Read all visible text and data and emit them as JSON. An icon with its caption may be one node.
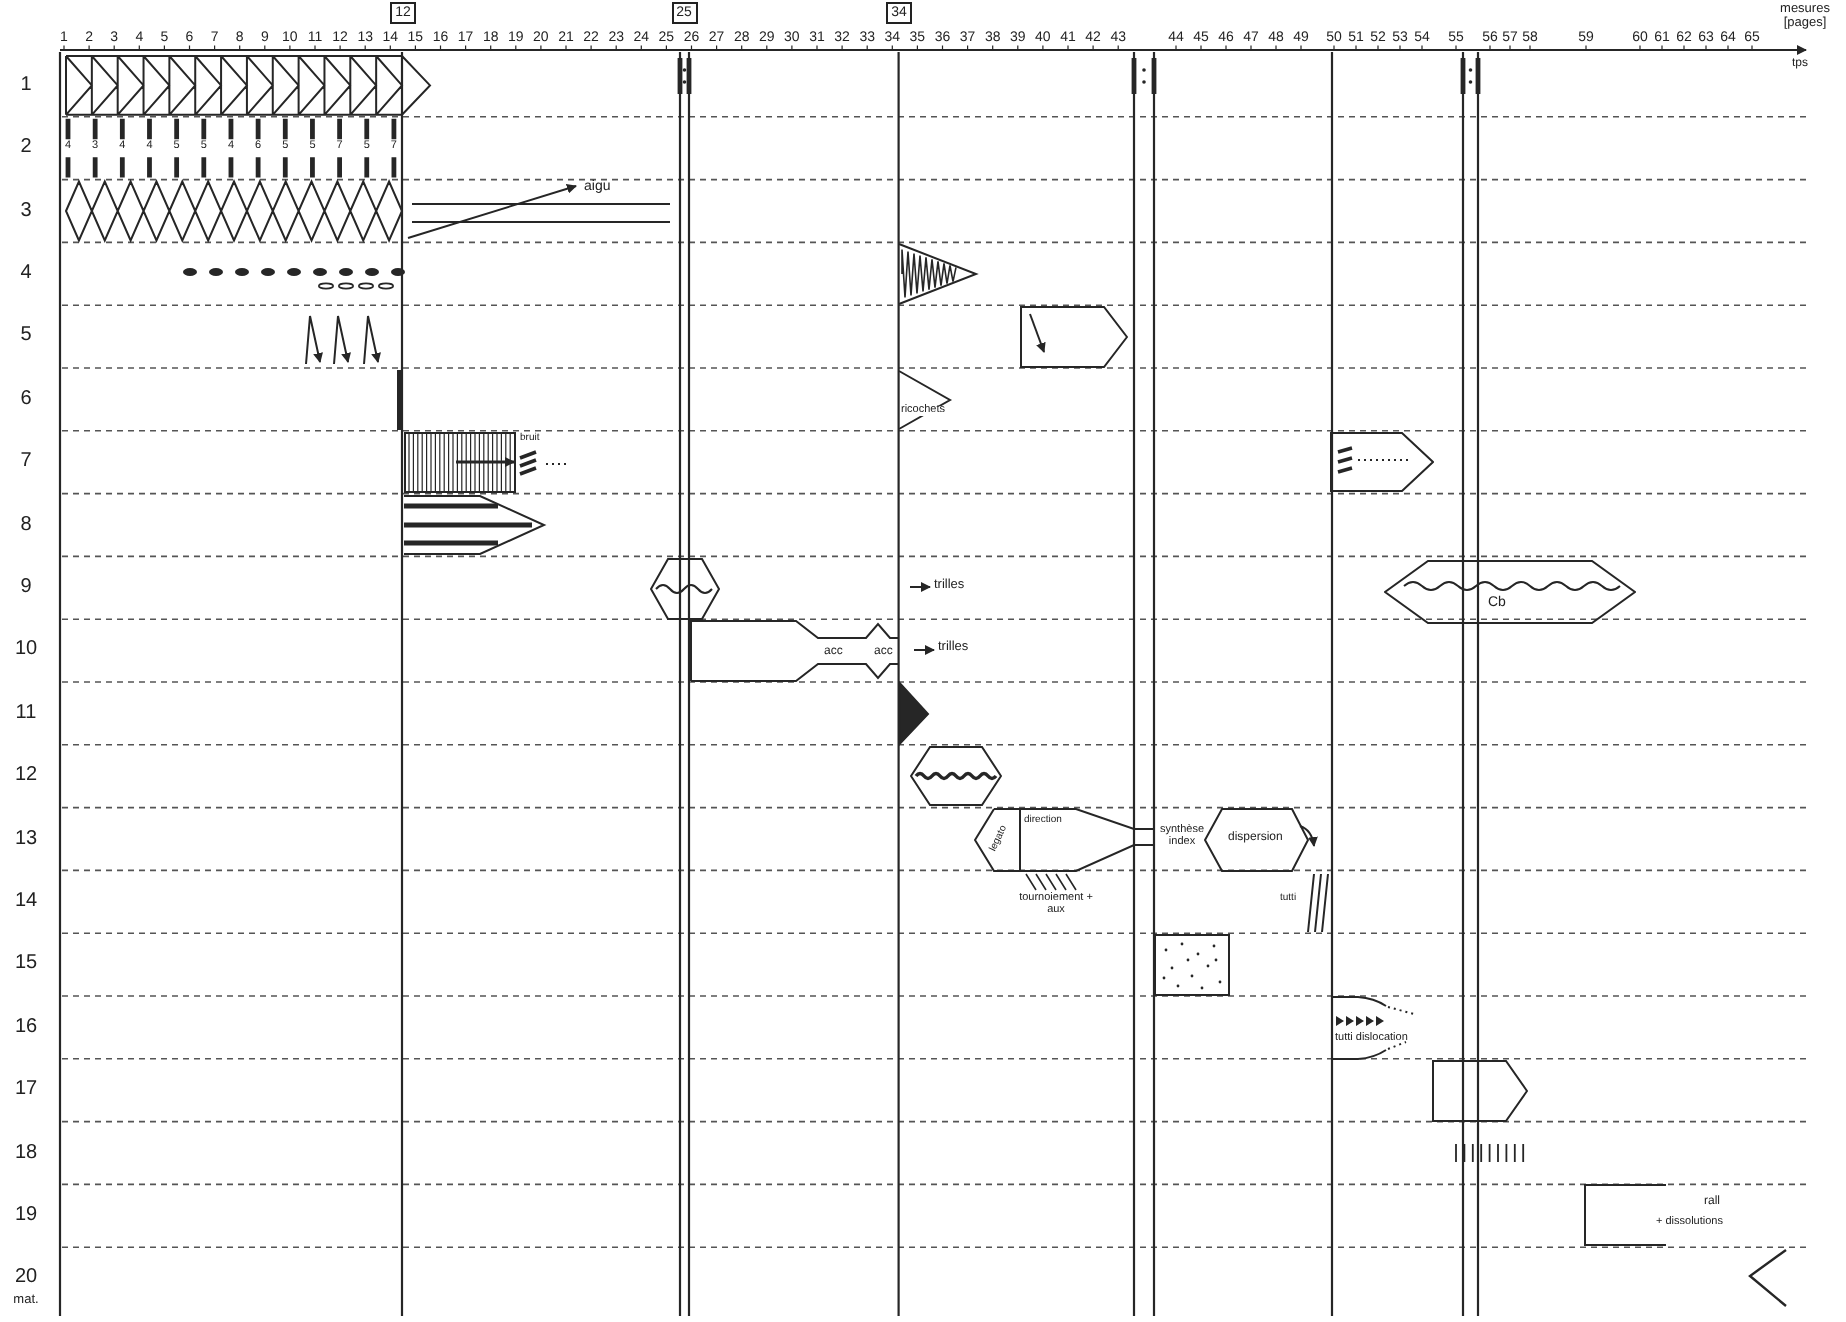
{
  "diagram": {
    "nodes": [
      {
        "text": [
          "12"
        ]
      },
      {
        "text": [
          "25"
        ]
      },
      {
        "text": [
          "34"
        ]
      },
      {
        "text": [],
        "shape": "pentagon"
      },
      {
        "text": [
          "ricochets"
        ]
      },
      {
        "text": [],
        "shape": "pentagon"
      },
      {
        "text": [],
        "shape": "hexagon"
      },
      {
        "text": [
          "Cb"
        ]
      },
      {
        "text": [
          "acc",
          "acc"
        ]
      },
      {
        "text": [],
        "shape": "hexagon"
      },
      {
        "text": [
          "direction",
          "legato"
        ]
      },
      {
        "text": [
          "dispersion"
        ]
      },
      {
        "text": [],
        "shape": "box"
      },
      {
        "text": [
          "tutti dislocation"
        ]
      },
      {
        "text": [],
        "shape": "pentagon"
      },
      {
        "text": [
          "rall",
          "+ dissolutions"
        ]
      }
    ],
    "labels": [
      "1",
      "2",
      "3",
      "4",
      "5",
      "6",
      "7",
      "8",
      "9",
      "10",
      "11",
      "12",
      "13",
      "14",
      "15",
      "16",
      "17",
      "18",
      "19",
      "20",
      "21",
      "22",
      "23",
      "24",
      "25",
      "26",
      "27",
      "28",
      "29",
      "30",
      "31",
      "32",
      "33",
      "34",
      "35",
      "36",
      "37",
      "38",
      "39",
      "40",
      "41",
      "42",
      "43",
      "44",
      "45",
      "46",
      "47",
      "48",
      "49",
      "50",
      "51",
      "52",
      "53",
      "54",
      "55",
      "56",
      "57",
      "58",
      "59",
      "60",
      "61",
      "62",
      "63",
      "64",
      "65",
      "mesures [pages]",
      "tps",
      "1",
      "2",
      "3",
      "4",
      "5",
      "6",
      "7",
      "8",
      "9",
      "10",
      "11",
      "12",
      "13",
      "14",
      "15",
      "16",
      "17",
      "18",
      "19",
      "20",
      "mat.",
      "4",
      "3",
      "4",
      "4",
      "5",
      "5",
      "4",
      "6",
      "5",
      "5",
      "7",
      "5",
      "7",
      "aigu",
      "bruit",
      "trilles",
      "trilles",
      "synthèse index",
      "tournoiement + aux",
      "tutti"
    ]
  }
}
